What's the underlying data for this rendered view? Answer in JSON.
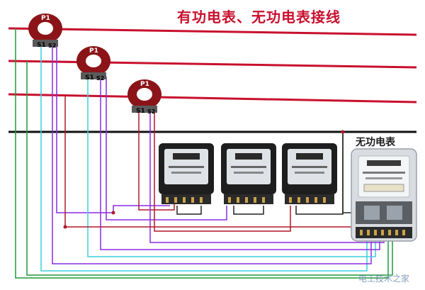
{
  "title": "有功电表、无功电表接线",
  "var_meter_label": "无功电表",
  "watermark": "电工技术之家",
  "ct_labels": {
    "primary": "P1",
    "s1": "S1",
    "s2": "S2"
  },
  "current_transformers": [
    {
      "id": "ct-1"
    },
    {
      "id": "ct-2"
    },
    {
      "id": "ct-3"
    }
  ],
  "active_meters": [
    {
      "id": "active-meter-1"
    },
    {
      "id": "active-meter-2"
    },
    {
      "id": "active-meter-3"
    }
  ],
  "colors": {
    "phase_line": "#c8102e",
    "neutral_line": "#111111",
    "ct_core": "#8b1418",
    "wire_purple": "#8a2be2",
    "wire_cyan": "#3ccfe0",
    "wire_green": "#1f9a3a",
    "wire_red": "#b0182a",
    "wire_black": "#222222",
    "meter_body": "#1e1e1e",
    "meter_face": "#dfe3e8"
  }
}
